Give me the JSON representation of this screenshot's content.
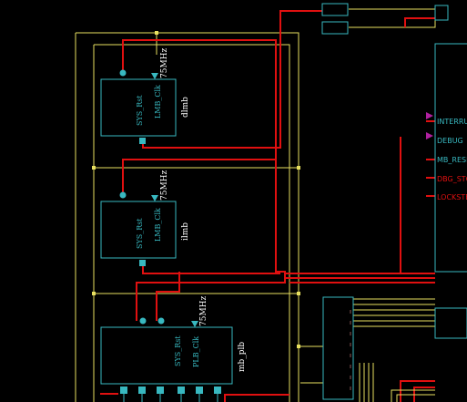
{
  "blocks": {
    "dlmb": {
      "name": "dlmb",
      "rst": "SYS_Rst",
      "clk": "LMB_Clk",
      "freq": "75MHz"
    },
    "ilmb": {
      "name": "ilmb",
      "rst": "SYS_Rst",
      "clk": "LMB_Clk",
      "freq": "75MHz"
    },
    "mb_plb": {
      "name": "mb_plb",
      "rst": "SYS_Rst",
      "clk": "PLB_Clk",
      "freq": "75MHz"
    }
  },
  "mb_ports": [
    "INTERRUPT",
    "DEBUG",
    "MB_RESET",
    "DBG_STOP",
    "LOCKSTEP"
  ],
  "colors": {
    "background": "#000000",
    "wire_red": "#e01010",
    "wire_yellow": "#e8e060",
    "block_cyan": "#38b8c0",
    "pin_magenta": "#b020a0",
    "label_white": "#ffffff"
  }
}
